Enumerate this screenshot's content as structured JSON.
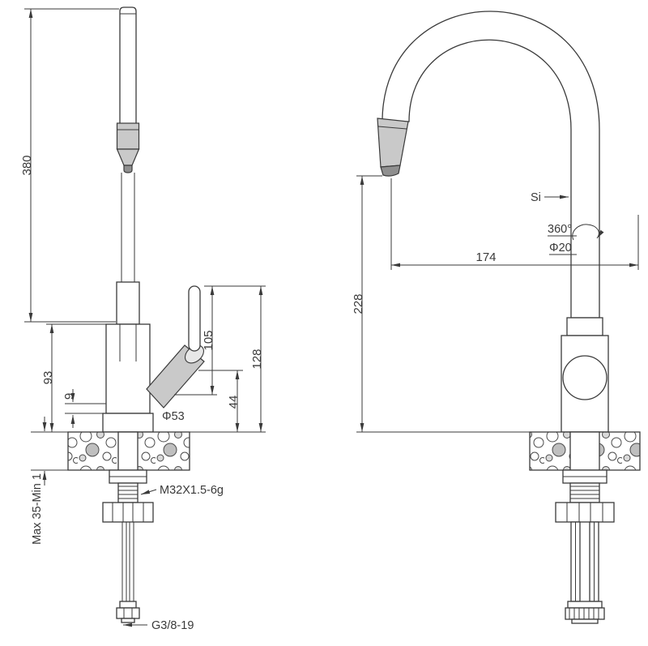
{
  "drawing": {
    "front_view": {
      "dim_total_height": "380",
      "dim_body_height": "93",
      "dim_base_step": "9",
      "dim_handle_height": "105",
      "dim_joint_to_deck": "44",
      "dim_handle_top_to_deck": "128",
      "label_base_diameter": "Φ53",
      "label_deck_thickness": "Max 35-Min 1",
      "label_shank_thread": "M32X1.5-6g",
      "label_inlet_thread": "G3/8-19"
    },
    "side_view": {
      "label_si": "Si",
      "label_rotation": "360°",
      "label_spout_diameter": "Φ20",
      "dim_spout_reach": "174",
      "dim_spout_height": "228"
    }
  }
}
